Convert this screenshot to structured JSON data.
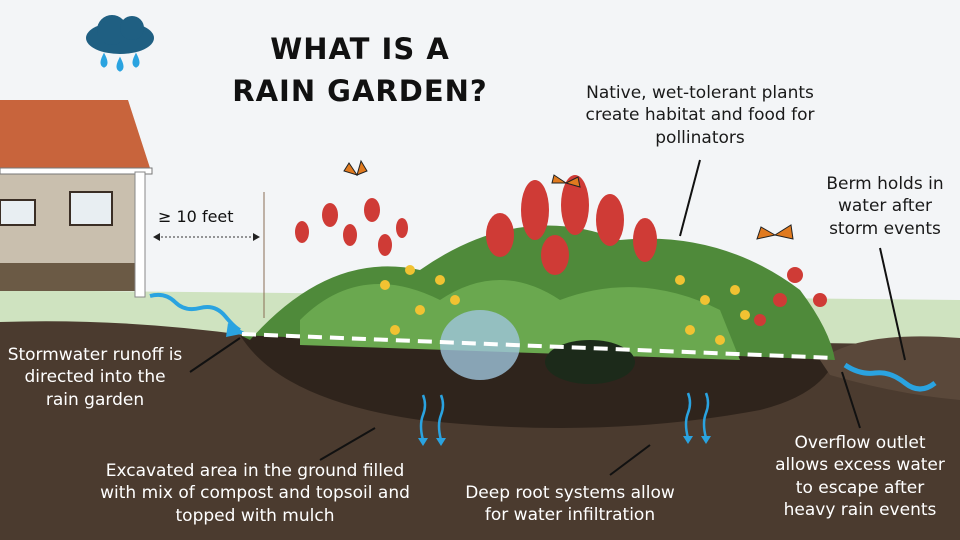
{
  "title": {
    "line1": "WHAT IS A",
    "line2": "RAIN GARDEN?"
  },
  "distance_label": "≥ 10 feet",
  "callouts": {
    "plants": [
      "Native, wet-tolerant plants",
      "create habitat and food for",
      "pollinators"
    ],
    "berm": [
      "Berm holds in",
      "water after",
      "storm events"
    ],
    "runoff": [
      "Stormwater runoff is",
      "directed into the",
      "rain garden"
    ],
    "excavated": [
      "Excavated area in the ground filled",
      "with mix of compost and topsoil and",
      "topped with mulch"
    ],
    "roots": [
      "Deep root systems allow",
      "for water infiltration"
    ],
    "overflow": [
      "Overflow outlet",
      "allows excess water",
      "to escape after",
      "heavy rain events"
    ]
  },
  "colors": {
    "water": "#2aa3e0",
    "soil": "#4b3b2f",
    "roof": "#c8643c",
    "grass": "#cfe3c0"
  }
}
